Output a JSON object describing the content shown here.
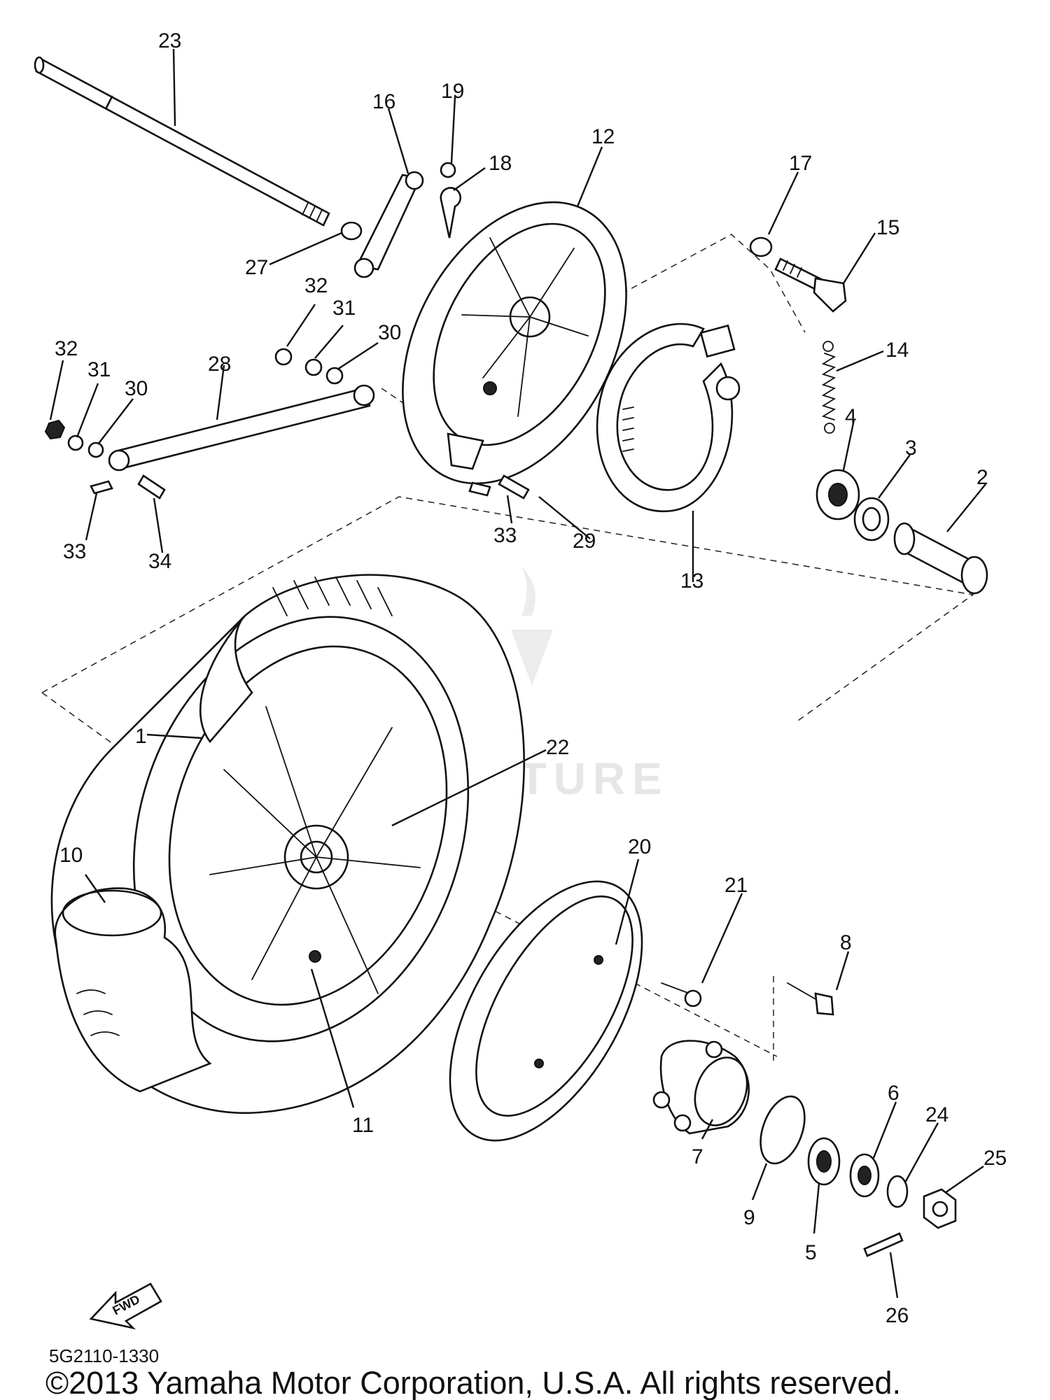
{
  "diagram": {
    "callouts": [
      "1",
      "2",
      "3",
      "4",
      "5",
      "6",
      "7",
      "8",
      "9",
      "10",
      "11",
      "12",
      "13",
      "14",
      "15",
      "16",
      "17",
      "18",
      "19",
      "20",
      "21",
      "22",
      "23",
      "24",
      "25",
      "26",
      "27",
      "28",
      "29",
      "30",
      "31",
      "32",
      "33",
      "34"
    ],
    "callouts_repeat": {
      "30b": "30",
      "31b": "31",
      "32b": "32",
      "33b": "33"
    },
    "front_arrow_label": "FWD",
    "diagram_code": "5G2110-1330",
    "watermark": "VENTURE",
    "copyright": "©2013 Yamaha Motor Corporation, U.S.A. All rights reserved."
  }
}
